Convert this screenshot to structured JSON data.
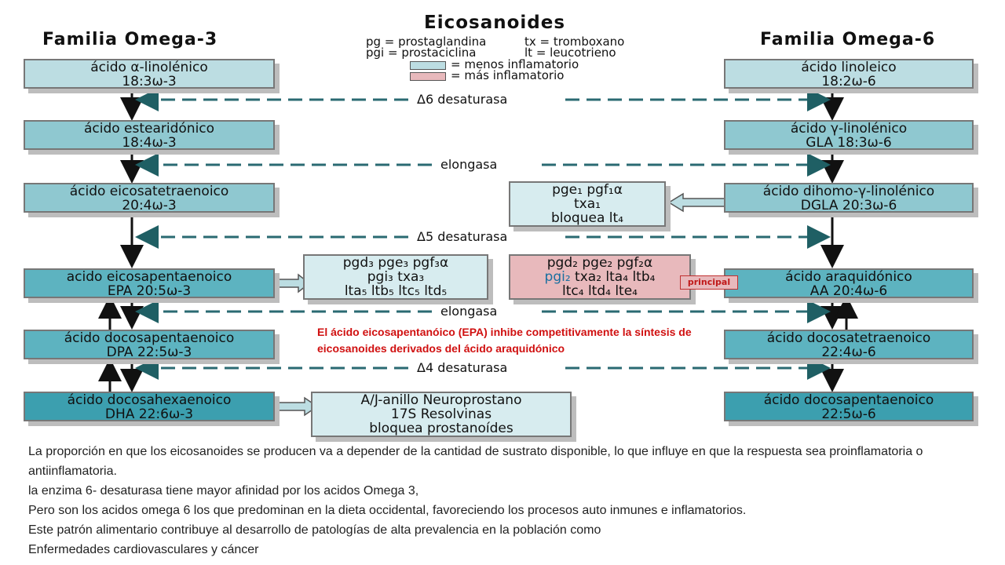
{
  "title": "Eicosanoides",
  "left_header": "Familia Omega-3",
  "right_header": "Familia Omega-6",
  "legend": {
    "line1": "pg = prostaglandina",
    "line1b": "tx = tromboxano",
    "line2": "pgi = prostaciclina",
    "line2b": "lt = leucotrieno",
    "menos": "= menos inflamatorio",
    "mas": "= más inflamatorio",
    "menos_color": "#bcdde2",
    "mas_color": "#e8b9bc"
  },
  "enzymes": {
    "d6": "Δ6 desaturasa",
    "elong1": "elongasa",
    "d5": "Δ5 desaturasa",
    "elong2": "elongasa",
    "d4": "Δ4 desaturasa"
  },
  "omega3": [
    {
      "name": "ácido α-linolénico",
      "formula": "18:3ω-3"
    },
    {
      "name": "ácido estearidónico",
      "formula": "18:4ω-3"
    },
    {
      "name": "ácido eicosatetraenoico",
      "formula": "20:4ω-3"
    },
    {
      "name": "acido eicosapentaenoico",
      "formula": "EPA   20:5ω-3"
    },
    {
      "name": "ácido docosapentaenoico",
      "formula": "DPA   22:5ω-3"
    },
    {
      "name": "ácido docosahexaenoico",
      "formula": "DHA   22:6ω-3"
    }
  ],
  "omega6": [
    {
      "name": "ácido linoleico",
      "formula": "18:2ω-6"
    },
    {
      "name": "ácido γ-linolénico",
      "formula": "GLA   18:3ω-6"
    },
    {
      "name": "ácido dihomo-γ-linolénico",
      "formula": "DGLA   20:3ω-6"
    },
    {
      "name": "ácido araquidónico",
      "formula": "AA   20:4ω-6"
    },
    {
      "name": "ácido docosatetraenoico",
      "formula": "22:4ω-6"
    },
    {
      "name": "ácido docosapentaenoico",
      "formula": "22:5ω-6"
    }
  ],
  "products": {
    "dgla": [
      "pge₁ pgf₁α",
      "txa₁",
      "bloquea lt₄"
    ],
    "epa": [
      "pgd₃ pge₃ pgf₃α",
      "pgi₃ txa₃",
      "lta₅ ltb₅ ltc₅ ltd₅"
    ],
    "aa_line1": "pgd₂ pge₂ pgf₂α",
    "aa_pgi": "pgi₂",
    "aa_line2_rest": " txa₂ lta₄ ltb₄",
    "aa_line3": "ltc₄ ltd₄ lte₄",
    "dha": [
      "A/J-anillo Neuroprostano",
      "17S Resolvinas",
      "bloquea prostanoídes"
    ]
  },
  "principal_label": "principal",
  "note": "El ácido eicosapentanóico (EPA) inhibe competitivamente la síntesis de eicosanoides derivados del ácido araquidónico",
  "footer": [
    "La proporción en que los eicosanoides se producen va a depender de la cantidad de sustrato disponible, lo que influye en que la respuesta sea proinflamatoria o antiinflamatoria.",
    "la enzima 6- desaturasa tiene mayor afinidad por los acidos Omega 3,",
    "Pero son los acidos omega 6 los que predominan en la dieta occidental, favoreciendo los procesos auto inmunes e inflamatorios.",
    "Este patrón alimentario contribuye al desarrollo de patologías de alta prevalencia en la población como",
    "Enfermedades  cardiovasculares y cáncer"
  ]
}
